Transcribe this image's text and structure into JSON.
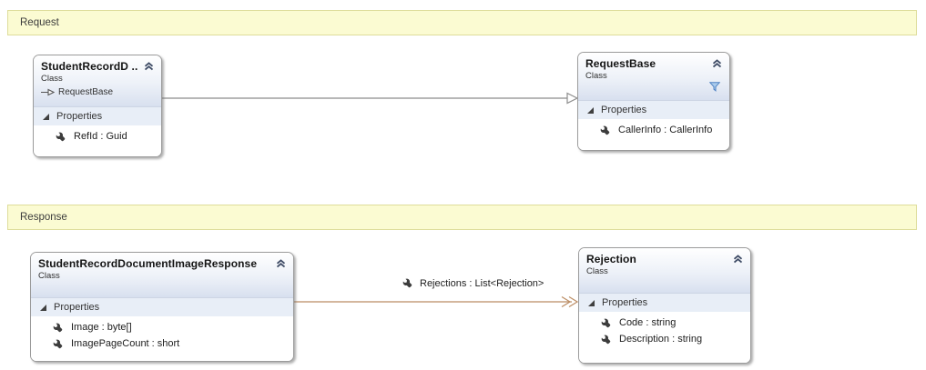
{
  "banners": {
    "request": "Request",
    "response": "Response"
  },
  "classes": [
    {
      "title": "StudentRecordD ...",
      "kind": "Class",
      "inherits": "RequestBase",
      "section": "Properties",
      "members": [
        "RefId : Guid"
      ]
    },
    {
      "title": "RequestBase",
      "kind": "Class",
      "section": "Properties",
      "members": [
        "CallerInfo : CallerInfo"
      ]
    },
    {
      "title": "StudentRecordDocumentImageResponse",
      "kind": "Class",
      "section": "Properties",
      "members": [
        "Image : byte[]",
        "ImagePageCount : short"
      ]
    },
    {
      "title": "Rejection",
      "kind": "Class",
      "section": "Properties",
      "members": [
        "Code : string",
        "Description : string"
      ]
    }
  ],
  "connectors": {
    "inheritance": {
      "type": "inheritance",
      "from": "StudentRecordD ...",
      "to": "RequestBase"
    },
    "association": {
      "type": "association",
      "from": "StudentRecordDocumentImageResponse",
      "to": "Rejection",
      "label": "Rejections : List<Rejection>"
    }
  },
  "icons": {
    "collapse": "chevron-up-double",
    "expander": "triangle-expanded",
    "member": "wrench",
    "filter": "funnel",
    "inherits": "hollow-arrow-right"
  },
  "colors": {
    "banner_bg": "#fbfbd2",
    "banner_border": "#dedd9a",
    "header_gradient_end": "#d8e0ef",
    "section_bg": "#e8eef7",
    "box_border": "#9b9b9b",
    "inheritance_line": "#8c8c8c",
    "association_line": "#bb8c63",
    "filter_icon_fill": "#abccec",
    "filter_icon_stroke": "#4e82c4"
  }
}
